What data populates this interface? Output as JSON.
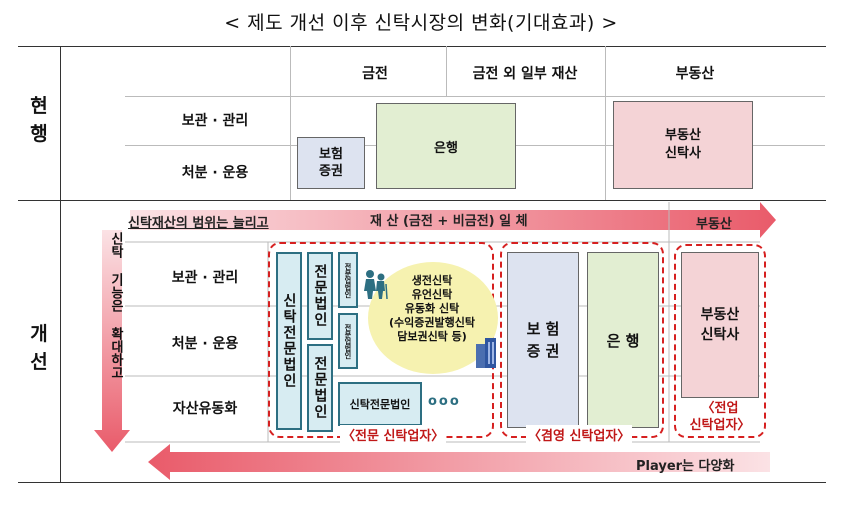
{
  "title": "< 제도 개선 이후 신탁시장의 변화(기대효과) >",
  "current": {
    "row_label": "현\n행",
    "columns": [
      "금전",
      "금전 외 일부 재산",
      "부동산"
    ],
    "functions": [
      "보관 · 관리",
      "처분 · 운용"
    ],
    "boxes": {
      "insurance_securities": "보험\n증권",
      "bank": "은행",
      "real_estate_trust": "부동산\n신탁사"
    }
  },
  "improved": {
    "row_label": "개\n선",
    "scope_text": "신탁재산의 범위는 늘리고",
    "all_property": "재 산 (금전 + 비금전) 일 체",
    "real_estate": "부동산",
    "function_text": "신탁 기능은 확대하고",
    "functions": [
      "보관 · 관리",
      "처분 · 운용",
      "자산유동화"
    ],
    "boxes": {
      "trust_specialist": "신탁전문법인",
      "specialist_1": "전문법인",
      "specialist_2": "전문법인",
      "small_1": "전문업법인",
      "small_2": "전문업법인",
      "trust_specialist_h": "신탁전문법인",
      "dots": "ooo",
      "bubble": "생전신탁\n유언신탁\n유동화 신탁\n(수익증권발행신탁\n담보권신탁 등)",
      "insurance_securities": "보 험\n증 권",
      "bank": "은 행",
      "real_estate_trust": "부동산\n신탁사"
    },
    "group_labels": {
      "specialist": "〈전문 신탁업자〉",
      "general": "〈겸영 신탁업자〉",
      "dedicated": "〈전업\n신탁업자〉"
    },
    "player_text": "Player는 다양화"
  },
  "colors": {
    "teal_border": "#2d6f82",
    "teal_fill": "#d7ecf2",
    "bank_fill": "#e2eed2",
    "realestate_fill": "#f4d3d6",
    "insurance_fill": "#dde3f0",
    "dash_red": "#d62020",
    "arrow_red": "#e95b6a"
  }
}
